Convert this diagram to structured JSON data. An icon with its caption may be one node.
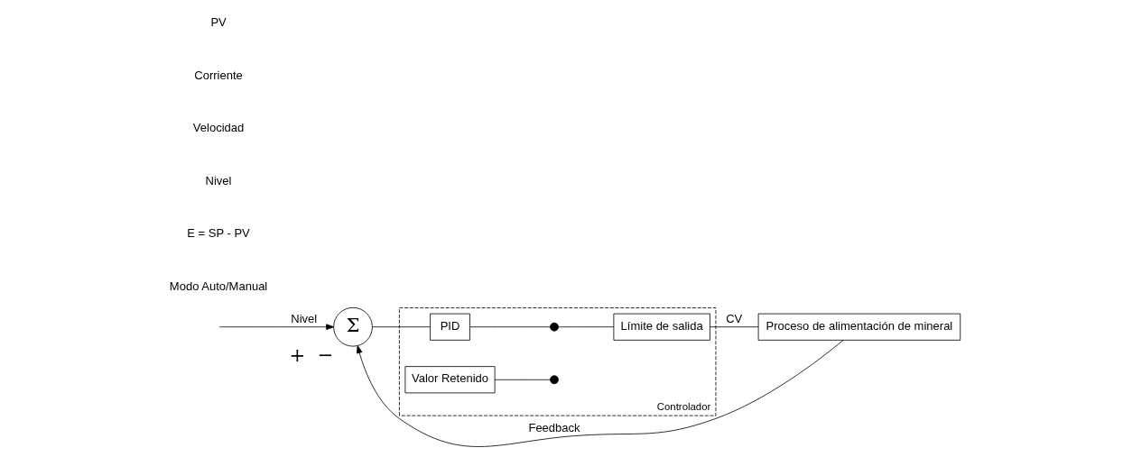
{
  "diagram": {
    "nodes": [
      {
        "text": [
          "Σ"
        ],
        "beside": [
          "+",
          "−"
        ]
      },
      {
        "text": [
          "Controlador"
        ]
      },
      {
        "text": [
          "PID"
        ],
        "in": 1
      },
      {
        "text": [
          "Valor Retenido"
        ],
        "in": 1
      },
      {
        "text": [],
        "shape": "circle",
        "in": 1
      },
      {
        "text": [],
        "shape": "circle",
        "in": 1
      },
      {
        "text": [
          "Límite de salida"
        ],
        "in": 1
      },
      {
        "text": [
          "Proceso de alimentación de mineral"
        ]
      }
    ],
    "edges": [
      {
        "from": null,
        "to": 0,
        "arrow": "to",
        "label": "Nivel"
      },
      {
        "from": 0,
        "to": 2,
        "arrow": "none"
      },
      {
        "from": 2,
        "to": 4,
        "arrow": "none"
      },
      {
        "from": 3,
        "to": 5,
        "arrow": "none"
      },
      {
        "from": 4,
        "to": 6,
        "arrow": "none"
      },
      {
        "from": 6,
        "to": 7,
        "arrow": "none",
        "label": "CV"
      },
      {
        "from": 7,
        "to": 0,
        "arrow": "to",
        "label": "Feedback"
      }
    ],
    "labels": [
      "Modo Auto/Manual",
      "E = SP - PV",
      "Nivel",
      "Velocidad",
      "Corriente",
      "PV"
    ]
  }
}
